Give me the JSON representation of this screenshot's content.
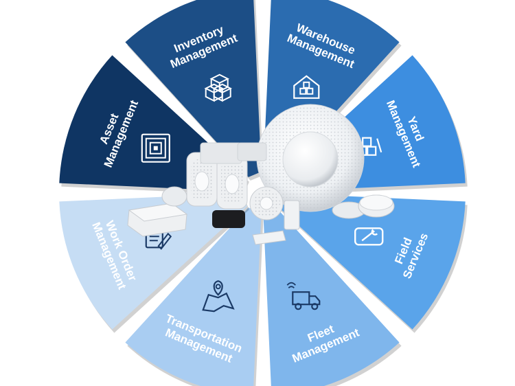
{
  "segments": [
    {
      "id": "warehouse",
      "line1": "Warehouse",
      "line2": "Management",
      "icon": "warehouse-icon",
      "color": "#2b6cb0",
      "text_color": "#ffffff"
    },
    {
      "id": "yard",
      "line1": "Yard",
      "line2": "Management",
      "icon": "yard-icon",
      "color": "#3d8ee0",
      "text_color": "#ffffff"
    },
    {
      "id": "field",
      "line1": "Field",
      "line2": "Services",
      "icon": "wrench-icon",
      "color": "#5aa4ea",
      "text_color": "#ffffff"
    },
    {
      "id": "fleet",
      "line1": "Fleet",
      "line2": "Management",
      "icon": "truck-icon",
      "color": "#7fb6ec",
      "text_color": "#1b3a66"
    },
    {
      "id": "transport",
      "line1": "Transportation",
      "line2": "Management",
      "icon": "map-pin-icon",
      "color": "#a9cdf2",
      "text_color": "#1b3a66"
    },
    {
      "id": "workorder",
      "line1": "Work Order",
      "line2": "Management",
      "icon": "clipboard-icon",
      "color": "#c6ddf4",
      "text_color": "#1b3a66"
    },
    {
      "id": "asset",
      "line1": "Asset",
      "line2": "Management",
      "icon": "rfid-chip-icon",
      "color": "#0f3563",
      "text_color": "#ffffff"
    },
    {
      "id": "inventory",
      "line1": "Inventory",
      "line2": "Management",
      "icon": "boxes-icon",
      "color": "#1c4e86",
      "text_color": "#ffffff"
    }
  ]
}
